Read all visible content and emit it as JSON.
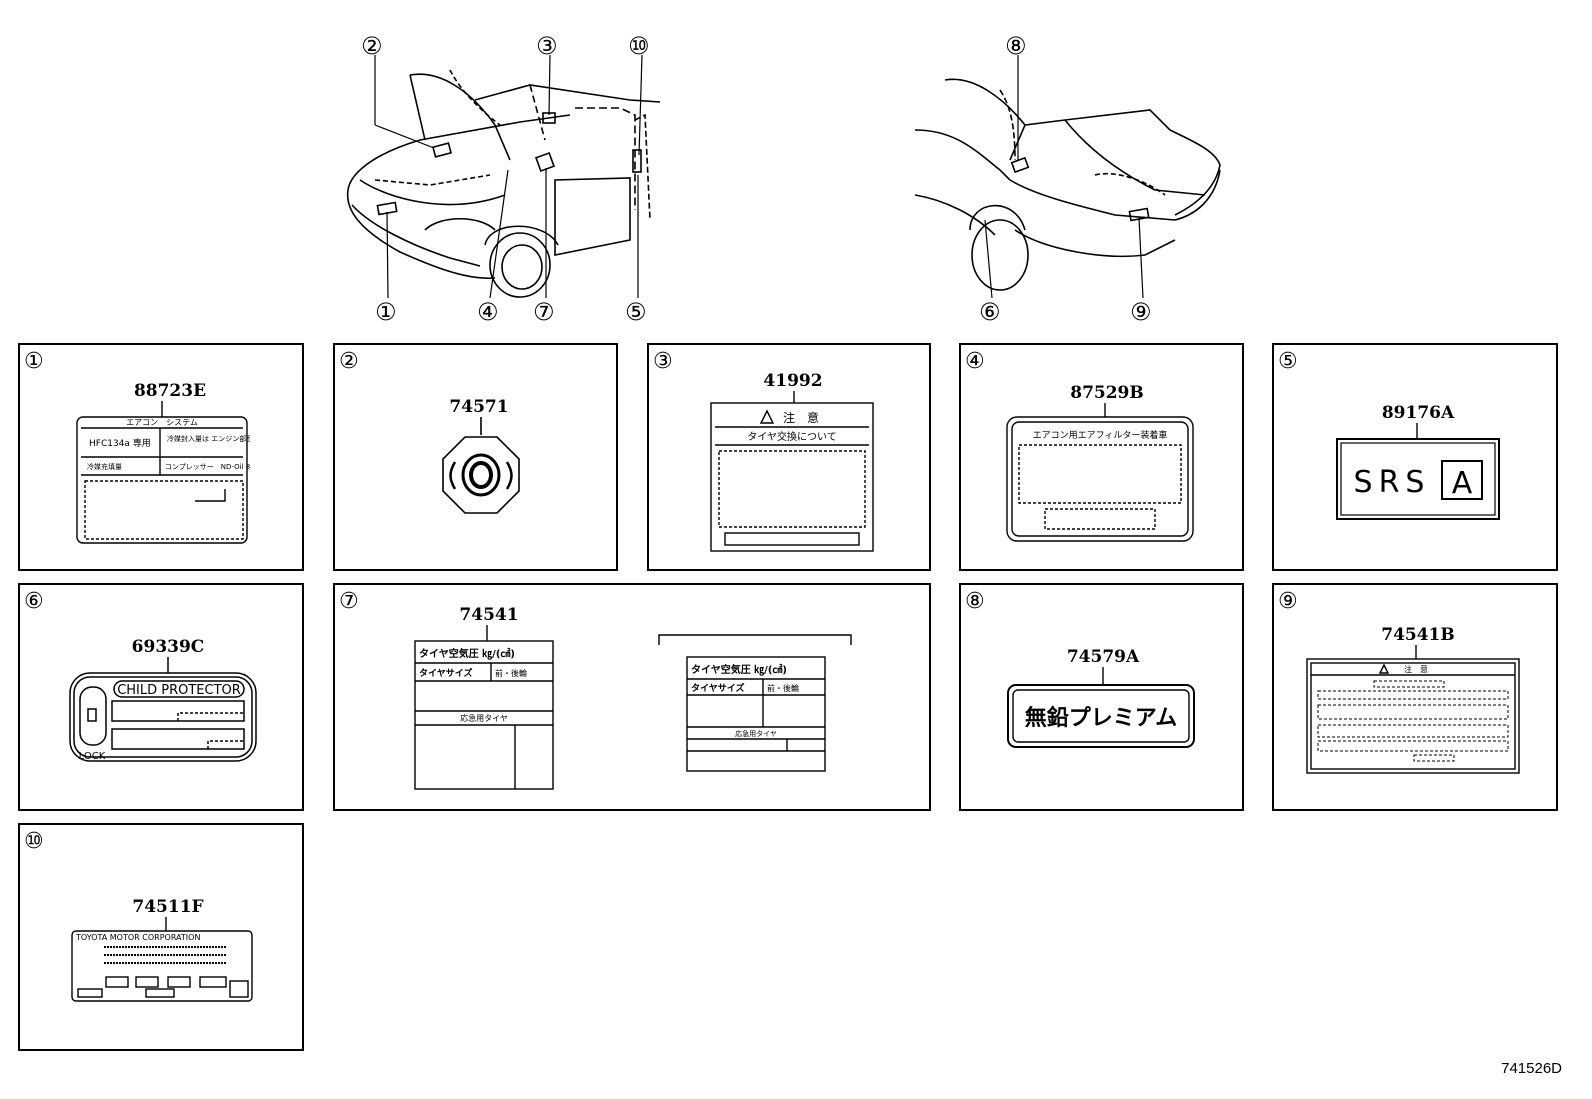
{
  "overview": {
    "front_callouts": [
      "②",
      "③",
      "⑩",
      "①",
      "④",
      "⑦",
      "⑤"
    ],
    "rear_callouts": [
      "⑧",
      "⑥",
      "⑨"
    ]
  },
  "panels": [
    {
      "num": "①",
      "part": "88723E",
      "label_text": {
        "header": "エアコン　システム",
        "refrigerant": "HFC134a 専用",
        "note": "冷媒封入量は\nエンジン部品",
        "amount": "冷媒充填量",
        "oil": "コンプレッサー　ND-Oil 8"
      }
    },
    {
      "num": "②",
      "part": "74571"
    },
    {
      "num": "③",
      "part": "41992",
      "label_text": {
        "header": "注　意",
        "sub": "タイヤ交換について"
      }
    },
    {
      "num": "④",
      "part": "87529B",
      "label_text": {
        "header": "エアコン用エアフィルター装着車"
      }
    },
    {
      "num": "⑤",
      "part": "89176A",
      "label_text": {
        "srs": "SRS",
        "box": "A"
      }
    },
    {
      "num": "⑥",
      "part": "69339C",
      "label_text": {
        "header": "CHILD PROTECTOR",
        "lock": "LOCK"
      }
    },
    {
      "num": "⑦",
      "part": "74541",
      "label_text": {
        "header": "タイヤ空気圧 ㎏/(㎠)",
        "size": "タイヤサイズ",
        "fr": "前・後輪",
        "spare": "応急用タイヤ"
      }
    },
    {
      "num": "⑧",
      "part": "74579A",
      "label_text": {
        "fuel": "無鉛プレミアム"
      }
    },
    {
      "num": "⑨",
      "part": "74541B",
      "label_text": {
        "header": "注　意"
      }
    },
    {
      "num": "⑩",
      "part": "74511F",
      "label_text": {
        "header": "TOYOTA MOTOR CORPORATION"
      }
    }
  ],
  "diagram_ref": "741526D"
}
